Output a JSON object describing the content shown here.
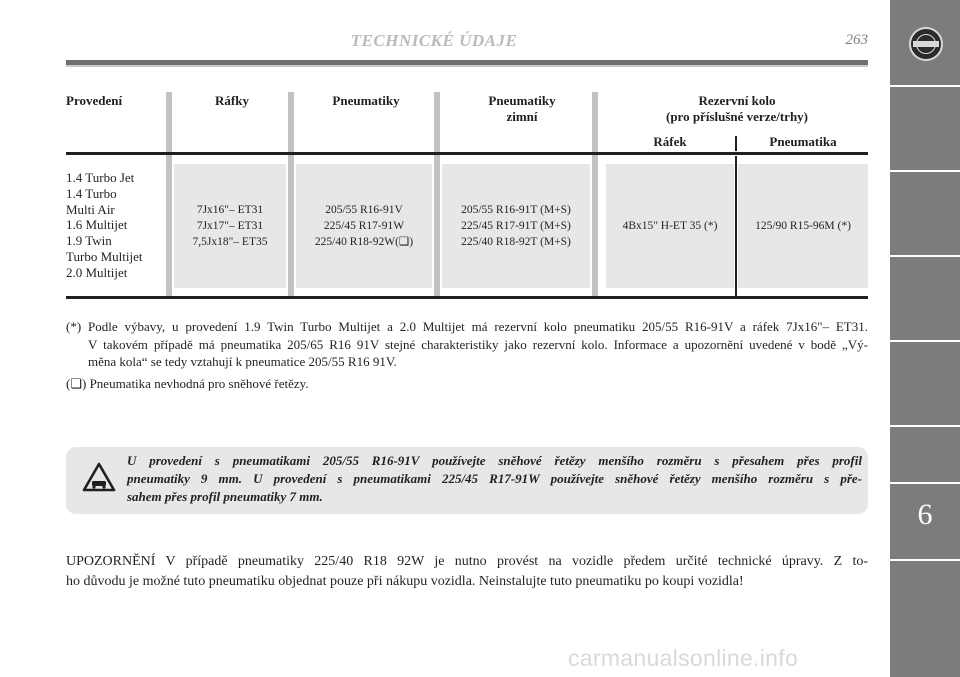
{
  "header": {
    "title": "TECHNICKÉ ÚDAJE",
    "page_number": "263"
  },
  "side_tab": {
    "chapter": "6"
  },
  "table": {
    "headers": {
      "model": "Provedení",
      "rims": "Ráfky",
      "tyres": "Pneumatiky",
      "winter_line1": "Pneumatiky",
      "winter_line2": "zimní",
      "spare_line1": "Rezervní kolo",
      "spare_line2": "(pro příslušné verze/trhy)",
      "spare_rim": "Ráfek",
      "spare_tyre": "Pneumatika"
    },
    "models": [
      "1.4 Turbo Jet",
      "1.4 Turbo",
      "Multi Air",
      "1.6 Multijet",
      "1.9 Twin",
      "Turbo Multijet",
      "2.0 Multijet"
    ],
    "rims": [
      "7Jx16\"– ET31",
      "7Jx17\"– ET31",
      "7,5Jx18\"– ET35"
    ],
    "tyres": [
      "205/55 R16-91V",
      "225/45 R17-91W",
      "225/40 R18-92W(❏)"
    ],
    "winter": [
      "205/55 R16-91T (M+S)",
      "225/45 R17-91T (M+S)",
      "225/40 R18-92T (M+S)"
    ],
    "spare_rim": "4Bx15\" H-ET 35 (*)",
    "spare_tyre": "125/90 R15-96M (*)"
  },
  "notes": {
    "star_line1": "(*) Podle výbavy, u provedení 1.9 Twin Turbo Multijet a 2.0 Multijet má rezervní kolo pneumatiku 205/55 R16-91V a ráfek 7Jx16\"– ET31.",
    "star_line2": "V takovém případě má pneumatika 205/65 R16 91V stejné charakteristiky jako rezervní kolo. Informace a upozornění uvedené v bodě „Vý-",
    "star_line3": "měna kola“ se tedy vztahují k pneumatice 205/55 R16 91V.",
    "box_note": "(❏) Pneumatika nevhodná pro sněhové řetězy."
  },
  "warning": {
    "icon": "warning-triangle-icon",
    "line1": "U provedení s pneumatikami 205/55 R16-91V používejte sněhové řetězy menšího rozměru s přesahem přes profil",
    "line2": "pneumatiky 9 mm. U provedení s pneumatikami 225/45 R17-91W používejte sněhové řetězy menšího rozměru s pře-",
    "line3": "sahem přes profil pneumatiky 7 mm."
  },
  "body": {
    "line1": "UPOZORNĚNÍ V případě pneumatiky 225/40 R18 92W je nutno provést na vozidle předem určité technické úpravy. Z to-",
    "line2": "ho důvodu je možné tuto pneumatiku objednat pouze při nákupu vozidla. Neinstalujte tuto pneumatiku po koupi vozidla!"
  },
  "watermark": "carmanualsonline.info",
  "colors": {
    "side_tab": "#7b7c7e",
    "cell_bg": "#e6e7e8",
    "header_title": "#b9babc"
  }
}
